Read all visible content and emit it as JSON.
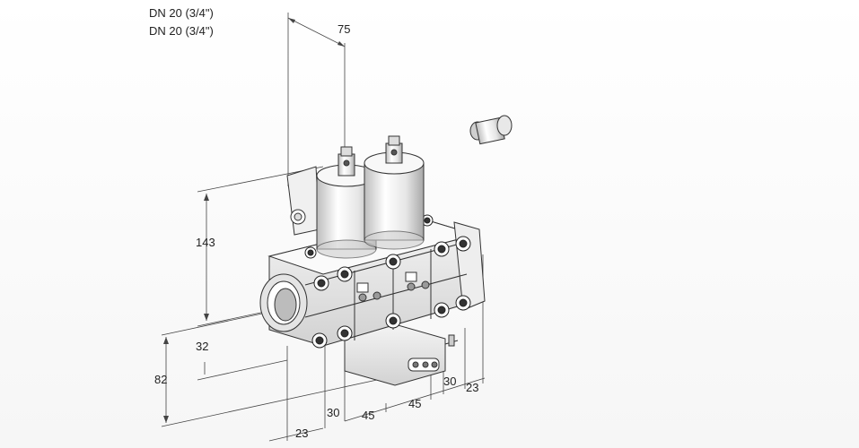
{
  "header": {
    "line1": "DN 20 (3/4\")",
    "line2": "DN 20 (3/4\")"
  },
  "dimensions": {
    "d75": "75",
    "d143": "143",
    "d32": "32",
    "d82": "82",
    "d23_bottom": "23",
    "d30_left": "30",
    "d45_left": "45",
    "d45_right": "45",
    "d30_right": "30",
    "d23_right": "23"
  },
  "colors": {
    "line": "#3a3a3a",
    "body": "#ffffff",
    "shade": "#d9d9d9",
    "dark": "#555555"
  }
}
